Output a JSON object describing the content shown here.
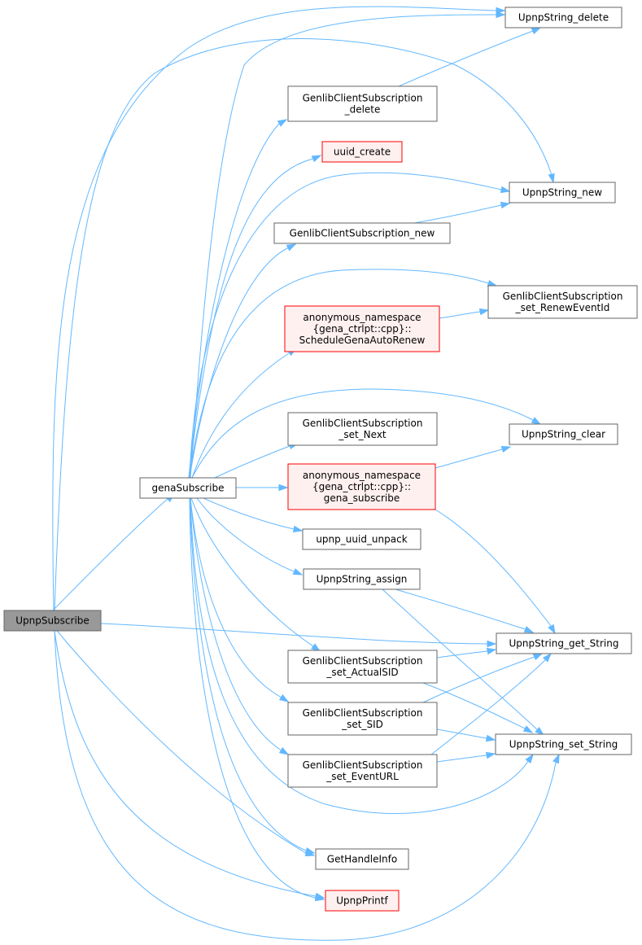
{
  "diagram": {
    "type": "call-graph",
    "colors": {
      "edge": "#63b8ff",
      "node_fill": "#ffffff",
      "node_border": "#666666",
      "root_fill": "#999999",
      "root_border": "#666666",
      "truncated_fill": "#fff0f0",
      "truncated_border": "#ff0000"
    },
    "nodes": [
      {
        "id": "UpnpSubscribe",
        "lines": [
          "UpnpSubscribe"
        ],
        "style": "root"
      },
      {
        "id": "genaSubscribe",
        "lines": [
          "genaSubscribe"
        ],
        "style": "normal"
      },
      {
        "id": "UpnpString_delete",
        "lines": [
          "UpnpString_delete"
        ],
        "style": "normal"
      },
      {
        "id": "GenlibClientSubscription_delete",
        "lines": [
          "GenlibClientSubscription",
          "_delete"
        ],
        "style": "normal"
      },
      {
        "id": "uuid_create",
        "lines": [
          "uuid_create"
        ],
        "style": "truncated"
      },
      {
        "id": "UpnpString_new",
        "lines": [
          "UpnpString_new"
        ],
        "style": "normal"
      },
      {
        "id": "GenlibClientSubscription_new",
        "lines": [
          "GenlibClientSubscription_new"
        ],
        "style": "normal"
      },
      {
        "id": "GenlibClientSubscription_set_RenewEventId",
        "lines": [
          "GenlibClientSubscription",
          "_set_RenewEventId"
        ],
        "style": "normal"
      },
      {
        "id": "ScheduleGenaAutoRenew",
        "lines": [
          "anonymous_namespace",
          "{gena_ctrlpt::cpp}::",
          "ScheduleGenaAutoRenew"
        ],
        "style": "truncated"
      },
      {
        "id": "GenlibClientSubscription_set_Next",
        "lines": [
          "GenlibClientSubscription",
          "_set_Next"
        ],
        "style": "normal"
      },
      {
        "id": "UpnpString_clear",
        "lines": [
          "UpnpString_clear"
        ],
        "style": "normal"
      },
      {
        "id": "gena_subscribe",
        "lines": [
          "anonymous_namespace",
          "{gena_ctrlpt::cpp}::",
          "gena_subscribe"
        ],
        "style": "truncated"
      },
      {
        "id": "upnp_uuid_unpack",
        "lines": [
          "upnp_uuid_unpack"
        ],
        "style": "normal"
      },
      {
        "id": "UpnpString_assign",
        "lines": [
          "UpnpString_assign"
        ],
        "style": "normal"
      },
      {
        "id": "UpnpString_get_String",
        "lines": [
          "UpnpString_get_String"
        ],
        "style": "normal"
      },
      {
        "id": "GenlibClientSubscription_set_ActualSID",
        "lines": [
          "GenlibClientSubscription",
          "_set_ActualSID"
        ],
        "style": "normal"
      },
      {
        "id": "GenlibClientSubscription_set_SID",
        "lines": [
          "GenlibClientSubscription",
          "_set_SID"
        ],
        "style": "normal"
      },
      {
        "id": "UpnpString_set_String",
        "lines": [
          "UpnpString_set_String"
        ],
        "style": "normal"
      },
      {
        "id": "GenlibClientSubscription_set_EventURL",
        "lines": [
          "GenlibClientSubscription",
          "_set_EventURL"
        ],
        "style": "normal"
      },
      {
        "id": "GetHandleInfo",
        "lines": [
          "GetHandleInfo"
        ],
        "style": "normal"
      },
      {
        "id": "UpnpPrintf",
        "lines": [
          "UpnpPrintf"
        ],
        "style": "truncated"
      }
    ],
    "edges": [
      {
        "from": "UpnpSubscribe",
        "to": "genaSubscribe"
      },
      {
        "from": "UpnpSubscribe",
        "to": "UpnpString_delete"
      },
      {
        "from": "UpnpSubscribe",
        "to": "UpnpString_new"
      },
      {
        "from": "UpnpSubscribe",
        "to": "UpnpString_get_String"
      },
      {
        "from": "UpnpSubscribe",
        "to": "GetHandleInfo"
      },
      {
        "from": "UpnpSubscribe",
        "to": "UpnpPrintf"
      },
      {
        "from": "UpnpSubscribe",
        "to": "UpnpString_set_String"
      },
      {
        "from": "genaSubscribe",
        "to": "UpnpString_delete"
      },
      {
        "from": "genaSubscribe",
        "to": "GenlibClientSubscription_delete"
      },
      {
        "from": "genaSubscribe",
        "to": "uuid_create"
      },
      {
        "from": "genaSubscribe",
        "to": "UpnpString_new"
      },
      {
        "from": "genaSubscribe",
        "to": "GenlibClientSubscription_new"
      },
      {
        "from": "genaSubscribe",
        "to": "GenlibClientSubscription_set_RenewEventId"
      },
      {
        "from": "genaSubscribe",
        "to": "ScheduleGenaAutoRenew"
      },
      {
        "from": "genaSubscribe",
        "to": "UpnpString_clear"
      },
      {
        "from": "genaSubscribe",
        "to": "GenlibClientSubscription_set_Next"
      },
      {
        "from": "genaSubscribe",
        "to": "gena_subscribe"
      },
      {
        "from": "genaSubscribe",
        "to": "upnp_uuid_unpack"
      },
      {
        "from": "genaSubscribe",
        "to": "UpnpString_assign"
      },
      {
        "from": "genaSubscribe",
        "to": "GenlibClientSubscription_set_ActualSID"
      },
      {
        "from": "genaSubscribe",
        "to": "GenlibClientSubscription_set_SID"
      },
      {
        "from": "genaSubscribe",
        "to": "GenlibClientSubscription_set_EventURL"
      },
      {
        "from": "genaSubscribe",
        "to": "UpnpString_set_String"
      },
      {
        "from": "genaSubscribe",
        "to": "GetHandleInfo"
      },
      {
        "from": "genaSubscribe",
        "to": "UpnpPrintf"
      },
      {
        "from": "GenlibClientSubscription_delete",
        "to": "UpnpString_delete"
      },
      {
        "from": "GenlibClientSubscription_new",
        "to": "UpnpString_new"
      },
      {
        "from": "ScheduleGenaAutoRenew",
        "to": "GenlibClientSubscription_set_RenewEventId"
      },
      {
        "from": "gena_subscribe",
        "to": "UpnpString_clear"
      },
      {
        "from": "gena_subscribe",
        "to": "UpnpString_get_String"
      },
      {
        "from": "UpnpString_assign",
        "to": "UpnpString_get_String"
      },
      {
        "from": "UpnpString_assign",
        "to": "UpnpString_set_String"
      },
      {
        "from": "GenlibClientSubscription_set_ActualSID",
        "to": "UpnpString_get_String"
      },
      {
        "from": "GenlibClientSubscription_set_ActualSID",
        "to": "UpnpString_set_String"
      },
      {
        "from": "GenlibClientSubscription_set_SID",
        "to": "UpnpString_get_String"
      },
      {
        "from": "GenlibClientSubscription_set_SID",
        "to": "UpnpString_set_String"
      },
      {
        "from": "GenlibClientSubscription_set_EventURL",
        "to": "UpnpString_get_String"
      },
      {
        "from": "GenlibClientSubscription_set_EventURL",
        "to": "UpnpString_set_String"
      }
    ]
  }
}
